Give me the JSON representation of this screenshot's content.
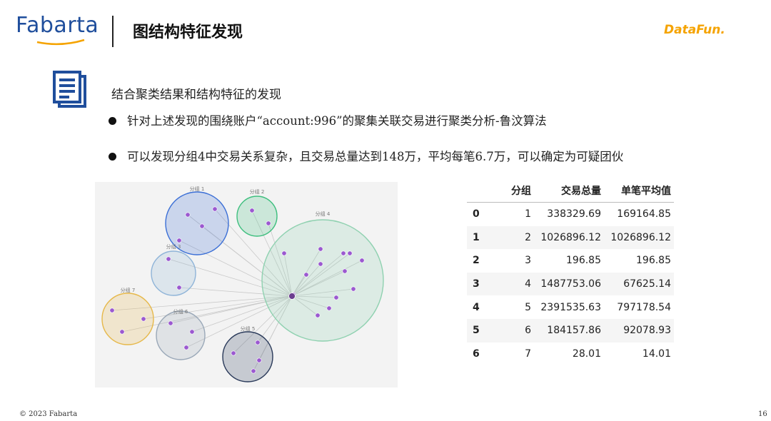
{
  "header": {
    "logo_text": "Fabarta",
    "title": "图结构特征发现",
    "partner_logo": "DataFun."
  },
  "content": {
    "icon": "document-icon",
    "subtitle": "结合聚类结果和结构特征的发现",
    "bullets": [
      "针对上述发现的围绕账户“account:996”的聚集关联交易进行聚类分析-鲁汶算法",
      "可以发现分组4中交易关系复杂，且交易总量达到148万，平均每笔6.7万，可以确定为可疑团伙"
    ]
  },
  "graph": {
    "groups": [
      {
        "label": "分组 1",
        "color": "#3b6fd6"
      },
      {
        "label": "分组 2",
        "color": "#3fbf7f"
      },
      {
        "label": "分组 3",
        "color": "#8fb4d8"
      },
      {
        "label": "分组 4",
        "color": "#8fd1b0"
      },
      {
        "label": "分组 5",
        "color": "#2a3a5a"
      },
      {
        "label": "分组 6",
        "color": "#9aa8b8"
      },
      {
        "label": "分组 7",
        "color": "#e6b84a"
      }
    ]
  },
  "table": {
    "headers": [
      "",
      "分组",
      "交易总量",
      "单笔平均值"
    ],
    "rows": [
      [
        "0",
        "1",
        "338329.69",
        "169164.85"
      ],
      [
        "1",
        "2",
        "1026896.12",
        "1026896.12"
      ],
      [
        "2",
        "3",
        "196.85",
        "196.85"
      ],
      [
        "3",
        "4",
        "1487753.06",
        "67625.14"
      ],
      [
        "4",
        "5",
        "2391535.63",
        "797178.54"
      ],
      [
        "5",
        "6",
        "184157.86",
        "92078.93"
      ],
      [
        "6",
        "7",
        "28.01",
        "14.01"
      ]
    ]
  },
  "footer": {
    "copyright": "© 2023 Fabarta",
    "page": "16"
  },
  "colors": {
    "brand": "#1f4e9c",
    "accent": "#f5a300",
    "node": "#9b59d0"
  }
}
